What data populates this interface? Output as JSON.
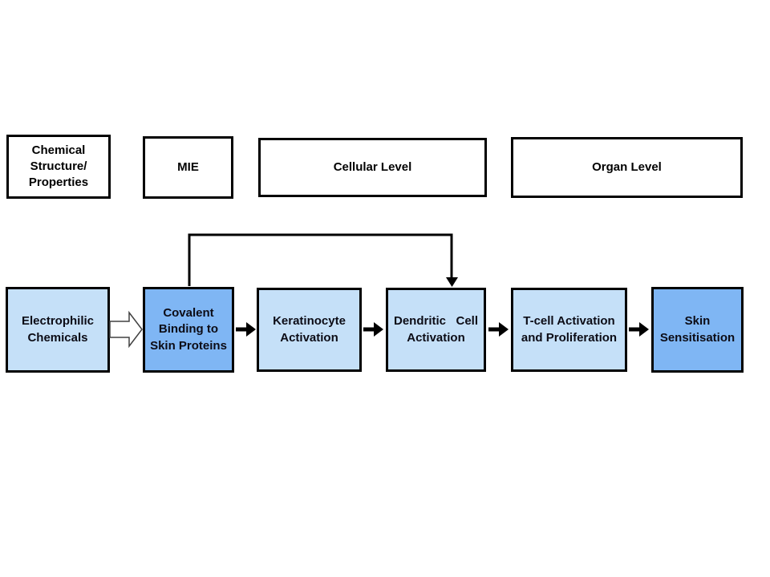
{
  "diagram": {
    "colors": {
      "background": "#ffffff",
      "box_border": "#000000",
      "light_blue_fill": "#c5e0f8",
      "dark_blue_fill": "#7fb6f4",
      "label_text": "#0c0c16",
      "hollow_arrow_outline": "#404040",
      "solid_arrow": "#000000"
    },
    "level_boxes": [
      {
        "id": "chemical-structure",
        "label": "Chemical\nStructure/\nProperties"
      },
      {
        "id": "mie",
        "label": "MIE"
      },
      {
        "id": "cellular-level",
        "label": "Cellular Level"
      },
      {
        "id": "organ-level",
        "label": "Organ Level"
      }
    ],
    "pathway_boxes": [
      {
        "id": "electrophilic-chemicals",
        "label": "Electrophilic\nChemicals",
        "shade": "light"
      },
      {
        "id": "covalent-binding",
        "label": "Covalent\nBinding to\nSkin Proteins",
        "shade": "dark"
      },
      {
        "id": "keratinocyte-activation",
        "label": "Keratinocyte\nActivation",
        "shade": "light"
      },
      {
        "id": "dendritic-cell-activation",
        "label": "Dendritic   Cell\nActivation",
        "shade": "light"
      },
      {
        "id": "t-cell-activation",
        "label": "T-cell Activation\nand Proliferation",
        "shade": "light"
      },
      {
        "id": "skin-sensitisation",
        "label": "Skin\nSensitisation",
        "shade": "dark"
      }
    ],
    "arrows": [
      {
        "id": "hollow-arrow-electrophilic-to-covalent",
        "style": "hollow-block"
      },
      {
        "id": "arrow-covalent-to-keratinocyte",
        "style": "solid"
      },
      {
        "id": "arrow-keratinocyte-to-dendritic",
        "style": "solid"
      },
      {
        "id": "arrow-dendritic-to-tcell",
        "style": "solid"
      },
      {
        "id": "arrow-tcell-to-skin",
        "style": "solid"
      },
      {
        "id": "connector-covalent-to-dendritic-top",
        "style": "elbow-solid"
      }
    ]
  }
}
